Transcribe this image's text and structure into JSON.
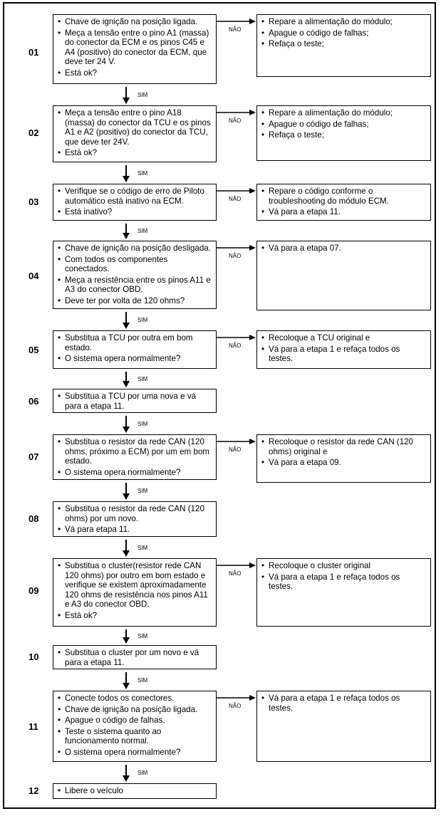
{
  "labels": {
    "yes": "SIM",
    "no": "NÃO"
  },
  "steps": [
    {
      "num": "01",
      "action": [
        "Chave de ignição na posição ligada.",
        "Meça a tensão entre o pino A1 (massa) do conector da ECM e os pinos C45 e A4 (positivo) do conector da ECM, que deve ter 24 V.",
        "Está ok?"
      ],
      "no": [
        "Repare a alimentação do módulo;",
        "Apague o código de falhas;",
        "Refaça o teste;"
      ]
    },
    {
      "num": "02",
      "action": [
        "Meça a tensão entre o pino A18 (massa) do conector da TCU e os pinos A1 e A2 (positivo) do conector da TCU, que deve ter 24V.",
        "Está ok?"
      ],
      "no": [
        "Repare a alimentação do módulo;",
        "Apague o código de falhas;",
        "Refaça o teste;"
      ]
    },
    {
      "num": "03",
      "action": [
        "Verifique se o código de erro de Piloto automático está inativo na ECM.",
        "Está inativo?"
      ],
      "no": [
        "Repare o código conforme o troubleshooting do módulo ECM.",
        "Vá para a etapa 11."
      ]
    },
    {
      "num": "04",
      "action": [
        "Chave de ignição na posição desligada.",
        "Com todos os componentes conectados.",
        "Meça a resistência entre os pinos A11 e A3 do conector OBD.",
        "Deve ter por volta de 120 ohms?"
      ],
      "no": [
        "Vá para a etapa 07."
      ]
    },
    {
      "num": "05",
      "action": [
        "Substitua a TCU por outra em bom estado.",
        "O sistema opera normalmente?"
      ],
      "no": [
        "Recoloque a TCU original e",
        "Vá para a etapa 1 e refaça todos os testes."
      ]
    },
    {
      "num": "06",
      "action": [
        "Substitua a TCU por uma nova e vá para a etapa 11."
      ]
    },
    {
      "num": "07",
      "action": [
        "Substitua o resistor da rede CAN (120 ohms, próximo a ECM) por um em bom estado.",
        "O sistema opera normalmente?"
      ],
      "no": [
        "Recoloque o resistor da rede CAN (120 ohms) original e",
        "Vá para a etapa 09."
      ]
    },
    {
      "num": "08",
      "action": [
        "Substitua o resistor da rede CAN (120 ohms) por um novo.",
        "Vá para etapa 11."
      ]
    },
    {
      "num": "09",
      "action": [
        "Substitua o cluster(resistor rede CAN 120 ohms) por outro em bom estado e verifique se existem aproximadamente 120 ohms de resistência nos pinos A11 e A3 do conector OBD.",
        "Está ok?"
      ],
      "no": [
        "Recoloque o cluster original",
        "Vá para a etapa 1 e refaça todos os testes."
      ]
    },
    {
      "num": "10",
      "action": [
        "Substitua o cluster por um novo e vá para a etapa 11."
      ]
    },
    {
      "num": "11",
      "action": [
        "Conecte todos os conectores.",
        "Chave de ignição na posição ligada.",
        "Apague o código de falhas.",
        "Teste o sistema quanto ao funcionamento normal.",
        "O sistema opera normalmente?"
      ],
      "no": [
        "Vá para a etapa 1 e refaça todos os testes."
      ]
    },
    {
      "num": "12",
      "action": [
        "Libere o veículo"
      ]
    }
  ]
}
